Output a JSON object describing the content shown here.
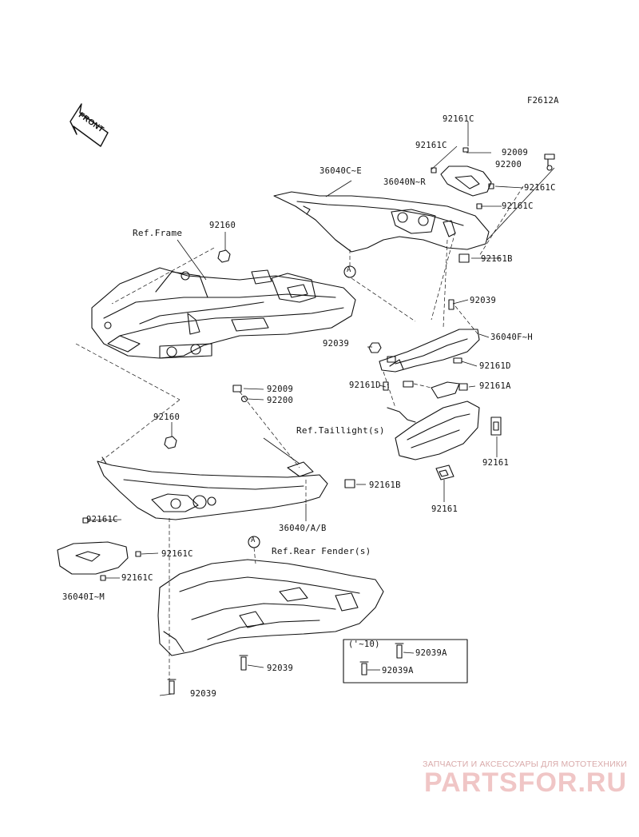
{
  "figure_code": "F2612A",
  "front_label": "FRONT",
  "references": {
    "frame": "Ref.Frame",
    "taillight": "Ref.Taillight(s)",
    "rear_fender": "Ref.Rear Fender(s)"
  },
  "circle_marker": "A",
  "parts": [
    "92161C",
    "92161C",
    "92009",
    "92200",
    "36040N~R",
    "92161C",
    "92161C",
    "36040C~E",
    "92161B",
    "92160",
    "92039",
    "36040F~H",
    "92039",
    "92161D",
    "92009",
    "92200",
    "92161D",
    "92161A",
    "92160",
    "92161",
    "92161B",
    "92161",
    "36040/A/B",
    "92161C",
    "92161C",
    "92161C",
    "36040I~M",
    "92039",
    "92039"
  ],
  "inset": {
    "title": "('~10)",
    "parts": [
      "92039A",
      "92039A"
    ]
  },
  "watermark": {
    "caption": "ЗАПЧАСТИ И АКСЕССУАРЫ ДЛЯ МОТОТЕХНИКИ",
    "logo": "PARTSFOR.RU"
  }
}
